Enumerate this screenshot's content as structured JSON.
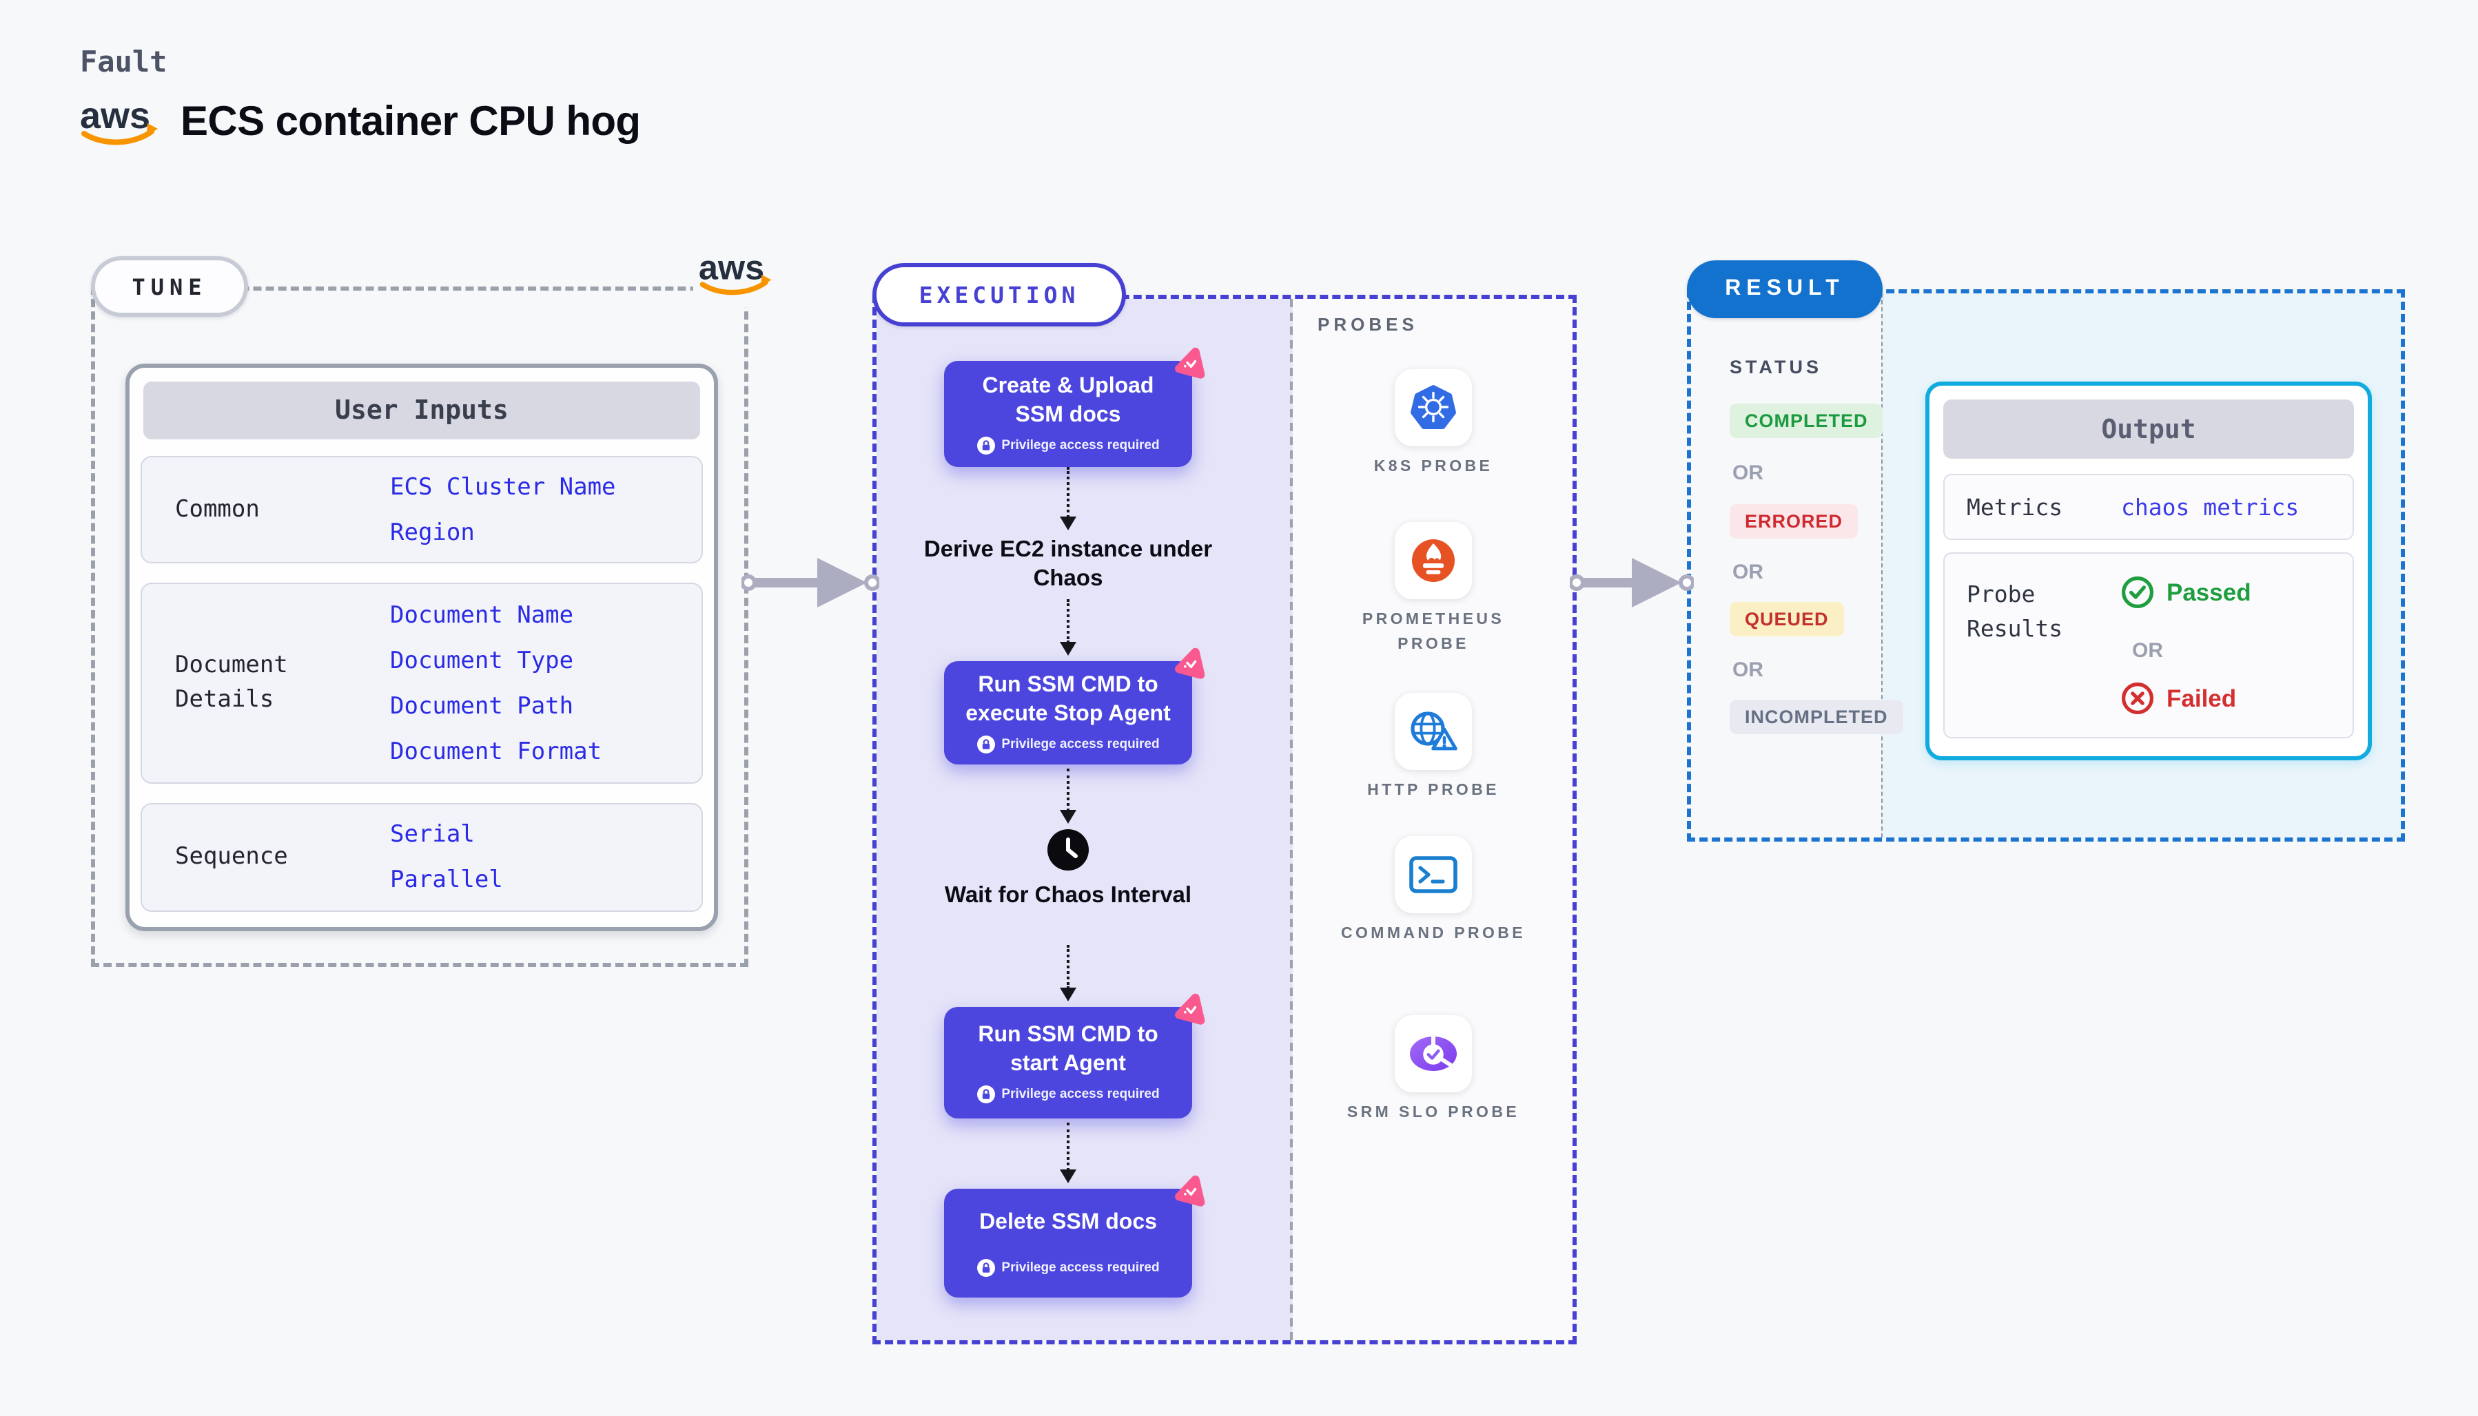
{
  "header": {
    "fault_label": "Fault",
    "title": "ECS container CPU hog",
    "aws_logo_text": "aws"
  },
  "tune": {
    "badge": "TUNE",
    "user_inputs": {
      "header": "User Inputs",
      "rows": [
        {
          "label": "Common",
          "values": [
            "ECS Cluster Name",
            "Region"
          ]
        },
        {
          "label": "Document Details",
          "values": [
            "Document Name",
            "Document Type",
            "Document Path",
            "Document Format"
          ]
        },
        {
          "label": "Sequence",
          "values": [
            "Serial",
            "Parallel"
          ]
        }
      ]
    }
  },
  "execution": {
    "badge": "EXECUTION",
    "steps": [
      {
        "type": "card",
        "title": "Create & Upload SSM docs",
        "note": "Privilege access required"
      },
      {
        "type": "label",
        "title": "Derive EC2 instance under Chaos"
      },
      {
        "type": "card",
        "title": "Run SSM CMD to execute Stop Agent",
        "note": "Privilege access required"
      },
      {
        "type": "wait",
        "title": "Wait for Chaos Interval",
        "icon": "clock-icon"
      },
      {
        "type": "card",
        "title": "Run SSM CMD to start Agent",
        "note": "Privilege access required"
      },
      {
        "type": "card",
        "title": "Delete SSM docs",
        "note": "Privilege access required"
      }
    ],
    "probes": {
      "heading": "PROBES",
      "items": [
        {
          "label": "K8S PROBE",
          "icon": "kubernetes-icon"
        },
        {
          "label": "PROMETHEUS PROBE",
          "icon": "prometheus-icon"
        },
        {
          "label": "HTTP PROBE",
          "icon": "globe-warning-icon"
        },
        {
          "label": "COMMAND PROBE",
          "icon": "terminal-icon"
        },
        {
          "label": "SRM SLO PROBE",
          "icon": "slo-gauge-icon"
        }
      ]
    }
  },
  "result": {
    "badge": "RESULT",
    "status": {
      "heading": "STATUS",
      "or_label": "OR",
      "badges": [
        {
          "label": "COMPLETED",
          "variant": "success",
          "bg": "#DEF2DF",
          "fg": "#1C9A3F"
        },
        {
          "label": "ERRORED",
          "variant": "error",
          "bg": "#FBE7E9",
          "fg": "#CE2B31"
        },
        {
          "label": "QUEUED",
          "variant": "warning",
          "bg": "#FBEFC5",
          "fg": "#C4302B"
        },
        {
          "label": "INCOMPLETED",
          "variant": "neutral",
          "bg": "#E9EAF1",
          "fg": "#667085"
        }
      ]
    },
    "output": {
      "header": "Output",
      "metrics_label": "Metrics",
      "metrics_value": "chaos metrics",
      "probe_results_label": "Probe Results",
      "passed_label": "Passed",
      "or_label": "OR",
      "failed_label": "Failed"
    }
  },
  "colors": {
    "indigo": "#4C46DF",
    "lavender": "#E5E4F8",
    "pink": "#F9598F",
    "result_blue": "#1272CE",
    "cyan_border": "#12ABE0",
    "value_blue": "#2B2BE5",
    "green": "#1E9E3E",
    "red": "#D32F2F",
    "aws_orange": "#F79400",
    "aws_navy": "#252F3E"
  }
}
